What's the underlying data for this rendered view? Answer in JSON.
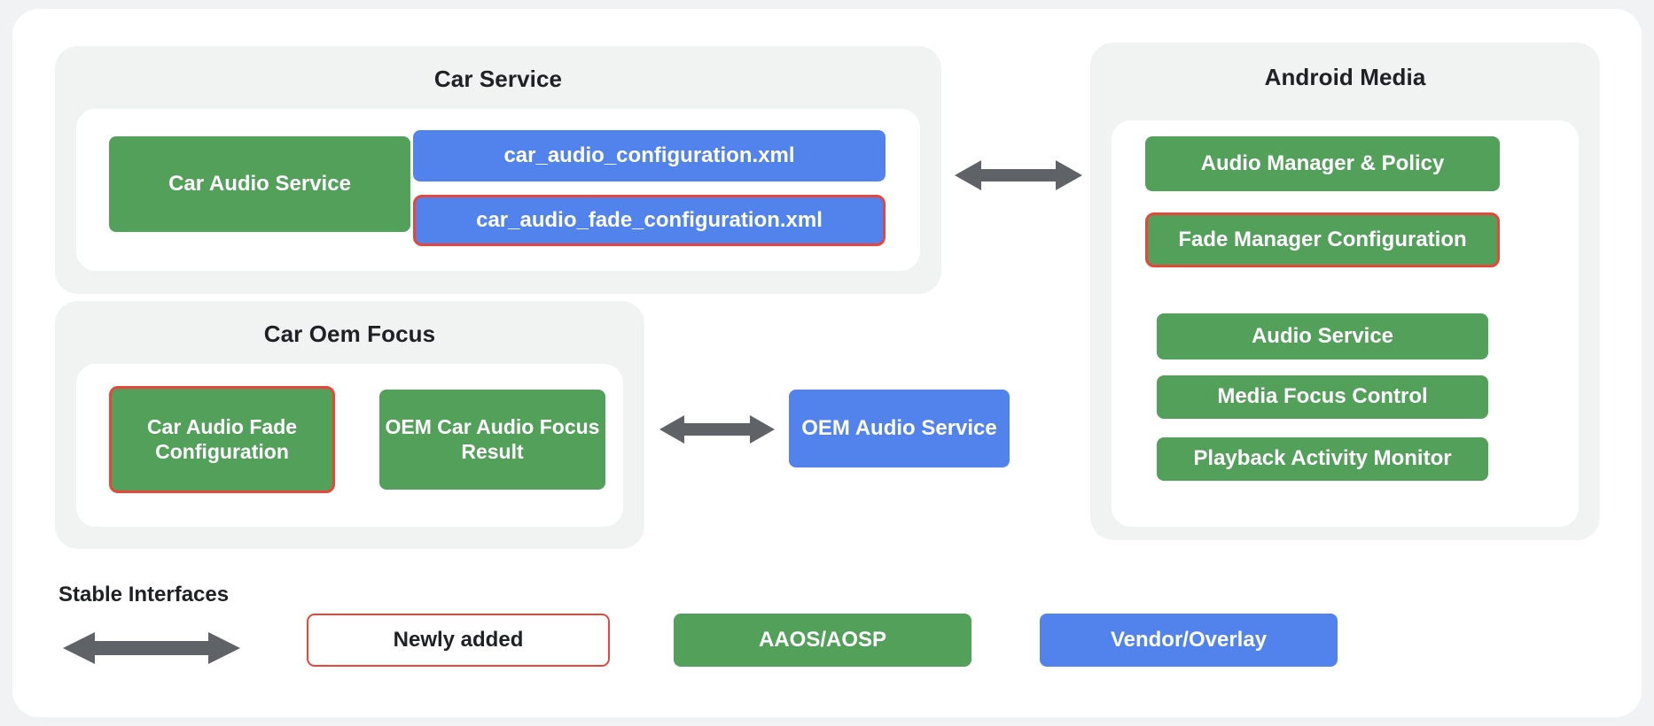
{
  "diagram": {
    "groups": [
      {
        "id": "car-service",
        "title": "Car Service",
        "nodes": [
          {
            "id": "car-audio-service",
            "label": "Car Audio Service",
            "kind": "green",
            "highlighted": false
          },
          {
            "id": "car-audio-configuration-xml",
            "label": "car_audio_configuration.xml",
            "kind": "blue",
            "highlighted": false
          },
          {
            "id": "car-audio-fade-configuration-xml",
            "label": "car_audio_fade_configuration.xml",
            "kind": "blue",
            "highlighted": true
          }
        ]
      },
      {
        "id": "car-oem-focus",
        "title": "Car Oem Focus",
        "nodes": [
          {
            "id": "car-audio-fade-configuration",
            "label": "Car Audio Fade Configuration",
            "kind": "green",
            "highlighted": true
          },
          {
            "id": "oem-car-audio-focus-result",
            "label": "OEM Car Audio Focus Result",
            "kind": "green",
            "highlighted": false
          }
        ]
      },
      {
        "id": "android-media",
        "title": "Android Media",
        "nodes": [
          {
            "id": "audio-manager-and-policy",
            "label": "Audio Manager & Policy",
            "kind": "green",
            "highlighted": false
          },
          {
            "id": "fade-manager-configuration",
            "label": "Fade Manager Configuration",
            "kind": "green",
            "highlighted": true
          },
          {
            "id": "audio-service",
            "label": "Audio Service",
            "kind": "green",
            "highlighted": false
          },
          {
            "id": "media-focus-control",
            "label": "Media Focus Control",
            "kind": "green",
            "highlighted": false
          },
          {
            "id": "playback-activity-monitor",
            "label": "Playback Activity Monitor",
            "kind": "green",
            "highlighted": false
          }
        ]
      }
    ],
    "standalone_nodes": [
      {
        "id": "oem-audio-service",
        "label": "OEM Audio Service",
        "kind": "blue",
        "highlighted": false
      }
    ],
    "connectors": [
      {
        "id": "car-service-to-android-media",
        "type": "double-arrow",
        "icon": "double-arrow-icon"
      },
      {
        "id": "car-oem-focus-to-oem-audio-service",
        "type": "double-arrow",
        "icon": "double-arrow-icon"
      }
    ]
  },
  "legend": {
    "stable_interfaces_label": "Stable Interfaces",
    "arrow_icon": "double-arrow-icon",
    "items": [
      {
        "id": "newly-added",
        "label": "Newly added",
        "kind": "outline"
      },
      {
        "id": "aaos-aosp",
        "label": "AAOS/AOSP",
        "kind": "green"
      },
      {
        "id": "vendor-overlay",
        "label": "Vendor/Overlay",
        "kind": "blue"
      }
    ]
  },
  "colors": {
    "green": "#53a05b",
    "blue": "#5283ec",
    "highlight_red": "#e8463b",
    "arrow_gray": "#5f6368",
    "panel_gray": "#f1f2f2",
    "page_background": "#f1f2f4",
    "card_white": "#ffffff",
    "text_dark": "#202124"
  }
}
